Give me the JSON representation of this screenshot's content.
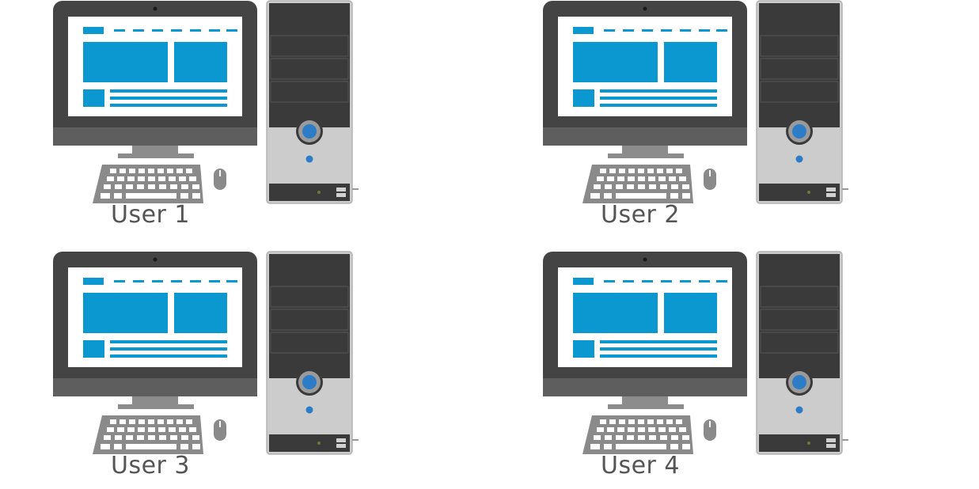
{
  "stations": [
    {
      "label": "User 1"
    },
    {
      "label": "User 2"
    },
    {
      "label": "User 3"
    },
    {
      "label": "User 4"
    }
  ],
  "colors": {
    "accent": "#0b98d0",
    "monitor_body": "#444444",
    "monitor_chin": "#5e5e5e",
    "tower_silver": "#cccccc",
    "tower_dark": "#3a3a3a",
    "power_button": "#2c7cc8",
    "keyboard": "#8a8a8a",
    "label_text": "#555555"
  }
}
